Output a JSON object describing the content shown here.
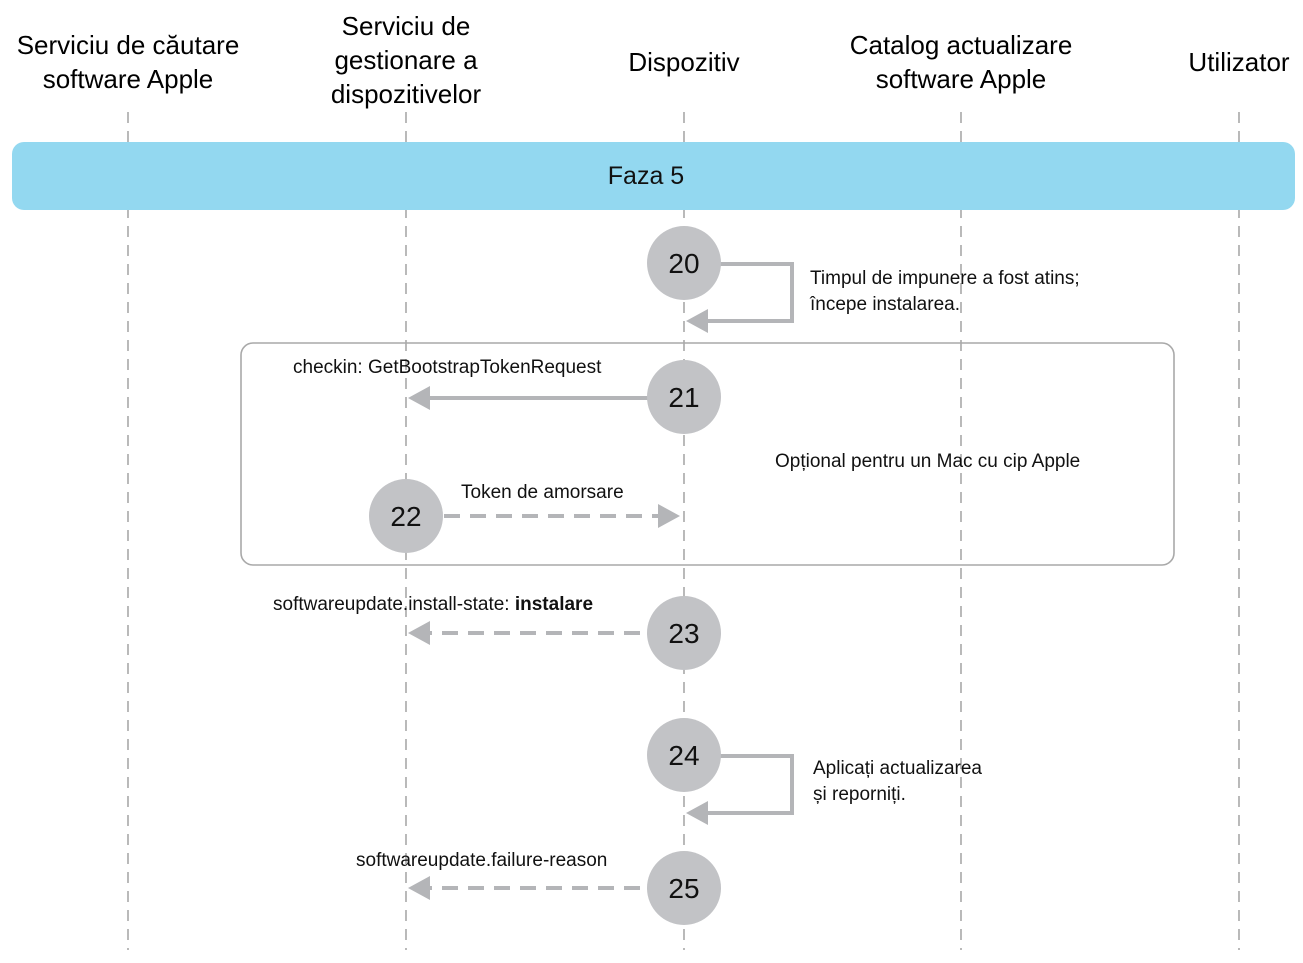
{
  "lanes": [
    {
      "title": "Serviciu de căutare\nsoftware Apple"
    },
    {
      "title": "Serviciu de\ngestionare a\ndispozitivelor"
    },
    {
      "title": "Dispozitiv"
    },
    {
      "title": "Catalog actualizare\nsoftware Apple"
    },
    {
      "title": "Utilizator"
    }
  ],
  "phase": {
    "label": "Faza 5",
    "color": "#93d8f0"
  },
  "optional_group": {
    "label": "Opțional pentru un Mac cu cip Apple"
  },
  "steps": [
    {
      "number": "20",
      "note": "Timpul de impunere a fost atins;\nîncepe instalarea."
    },
    {
      "number": "21",
      "label": "checkin: GetBootstrapTokenRequest"
    },
    {
      "number": "22",
      "label": "Token de amorsare"
    },
    {
      "number": "23",
      "label": "softwareupdate.install-state: ",
      "label_bold": "instalare"
    },
    {
      "number": "24",
      "note": "Aplicați actualizarea\nși reporniți."
    },
    {
      "number": "25",
      "label": "softwareupdate.failure-reason"
    }
  ],
  "colors": {
    "step_circle": "#c2c3c6",
    "arrow": "#b4b5b8",
    "lifeline": "#a8a8a8",
    "group_border": "#a9a9a9"
  }
}
